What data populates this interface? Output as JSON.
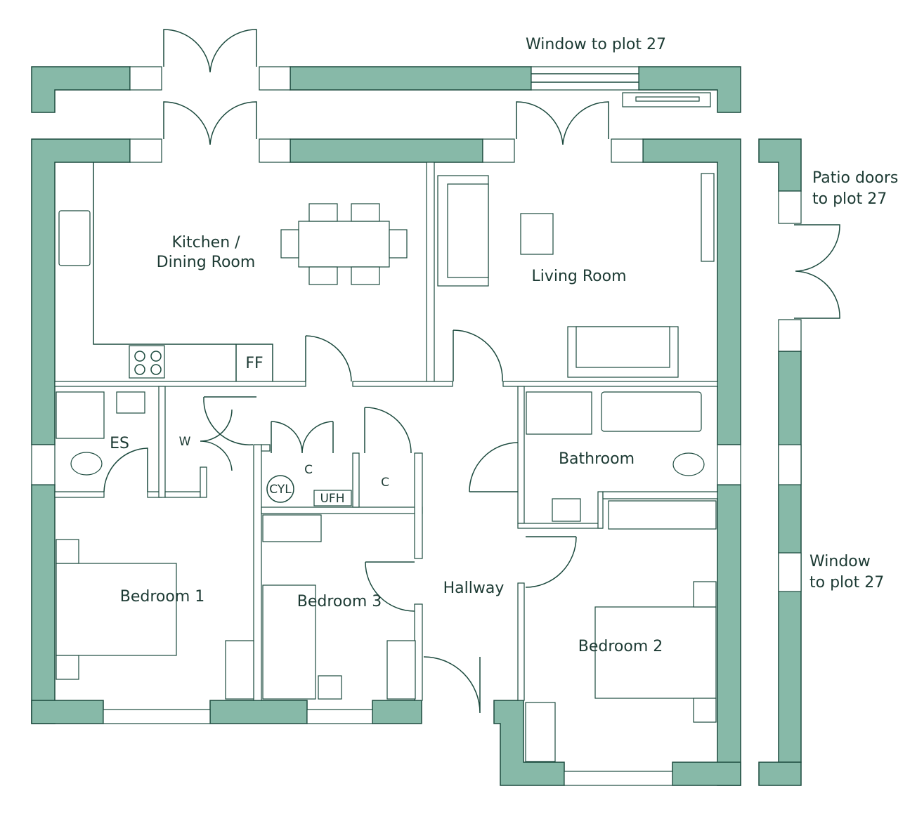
{
  "colors": {
    "wall": "#87b9a8",
    "line": "#1c4a3e",
    "text": "#1c3a33"
  },
  "rooms": {
    "kitchen_line1": "Kitchen /",
    "kitchen_line2": "Dining Room",
    "living": "Living Room",
    "es": "ES",
    "w": "W",
    "c1": "C",
    "c2": "C",
    "cyl": "CYL",
    "ufh": "UFH",
    "ff": "FF",
    "bathroom": "Bathroom",
    "bedroom1": "Bedroom 1",
    "bedroom2": "Bedroom 2",
    "bedroom3": "Bedroom 3",
    "hallway": "Hallway"
  },
  "notes": {
    "window_top": "Window to plot 27",
    "patio_line1": "Patio doors",
    "patio_line2": "to plot 27",
    "window_right_line1": "Window",
    "window_right_line2": "to plot 27"
  }
}
